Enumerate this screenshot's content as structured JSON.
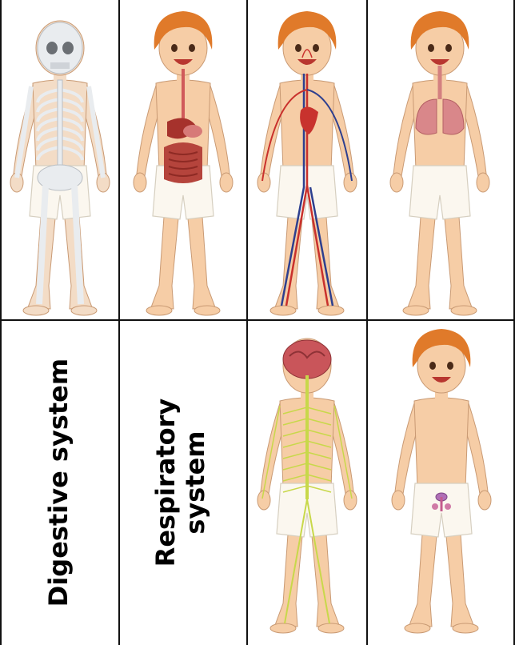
{
  "cards": [
    {
      "figure": "skeletal-system",
      "icon": "skeleton-icon"
    },
    {
      "figure": "digestive-system",
      "icon": "digestive-organs-icon"
    },
    {
      "figure": "circulatory-system",
      "icon": "blood-vessels-icon"
    },
    {
      "figure": "respiratory-system",
      "icon": "lungs-icon"
    },
    {
      "label": "Digestive system"
    },
    {
      "label": "Respiratory\nsystem"
    },
    {
      "figure": "nervous-system",
      "icon": "brain-nerves-icon"
    },
    {
      "figure": "reproductive-system",
      "icon": "reproductive-organs-icon"
    }
  ],
  "colors": {
    "skin": "#f6cda6",
    "hair": "#e07a2a",
    "shorts": "#fbf7ef",
    "bone": "#e9ecef",
    "blood_red": "#c9302c",
    "blood_blue": "#2d3f8f",
    "nerve": "#c8d84a"
  }
}
